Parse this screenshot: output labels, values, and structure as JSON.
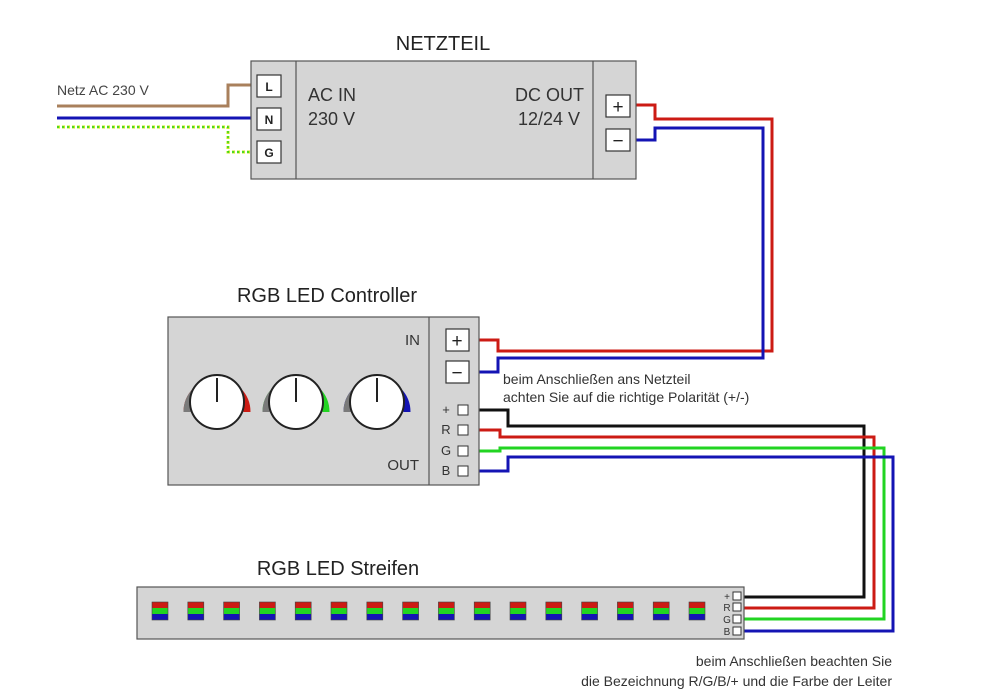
{
  "colors": {
    "red": "#cc1b14",
    "blue": "#1414b4",
    "green": "#22d422",
    "black": "#111111",
    "brown": "#a9805c",
    "yellow_green": "#c9e820",
    "box_fill": "#d5d5d5",
    "box_stroke": "#555555"
  },
  "netzteil": {
    "title": "NETZTEIL",
    "input_label": "Netz AC 230 V",
    "ac_in_line1": "AC IN",
    "ac_in_line2": "230 V",
    "dc_out_line1": "DC OUT",
    "dc_out_line2": "12/24 V",
    "terminals": [
      "L",
      "N",
      "G"
    ],
    "plus": "+",
    "minus": "−"
  },
  "controller": {
    "title": "RGB LED Controller",
    "in_label": "IN",
    "out_label": "OUT",
    "plus": "+",
    "minus": "−",
    "out_terminals": [
      "+",
      "R",
      "G",
      "B"
    ],
    "knobs": [
      "red-knob",
      "green-knob",
      "blue-knob"
    ],
    "note_line1": "beim Anschließen ans Netzteil",
    "note_line2": "achten Sie auf die richtige Polarität (+/-)"
  },
  "strip": {
    "title": "RGB LED Streifen",
    "led_count": 16,
    "terminals": [
      "+",
      "R",
      "G",
      "B"
    ],
    "note_line1": "beim Anschließen beachten Sie",
    "note_line2": "die Bezeichnung R/G/B/+ und die Farbe der Leiter"
  }
}
